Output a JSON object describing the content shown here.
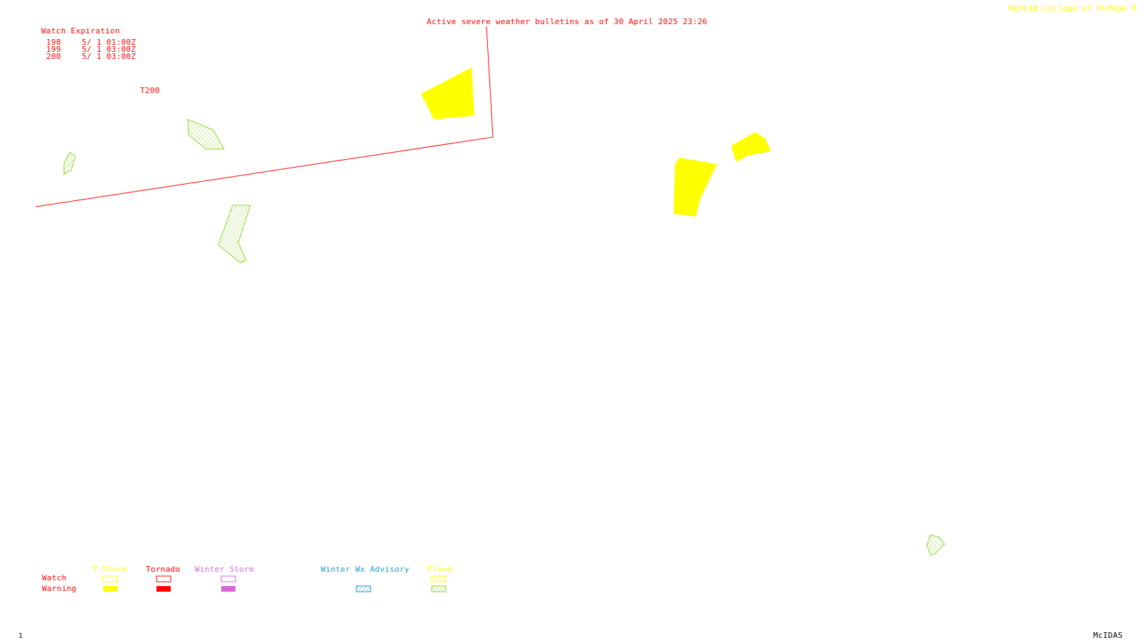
{
  "header": {
    "bulletin_title": "Active severe weather bulletins as of 30 April 2025 23:26",
    "credit": "NEXLAB-College of DuPage R"
  },
  "watch_expiration": {
    "title": "Watch Expiration",
    "rows": [
      {
        "number": "198",
        "expires": "5/ 1 01:00Z"
      },
      {
        "number": "199",
        "expires": "5/ 1 03:00Z"
      },
      {
        "number": "200",
        "expires": "5/ 1 03:00Z"
      }
    ]
  },
  "map_labels": {
    "watch_label": "T200"
  },
  "legend": {
    "row_watch": "Watch",
    "row_warning": "Warning",
    "categories": [
      {
        "label": "T-Storm",
        "color": "#ffff00"
      },
      {
        "label": "Tornado",
        "color": "#ff0000"
      },
      {
        "label": "Winter Storm",
        "color": "#d966d9"
      },
      {
        "label": "Winter Wx Advisory",
        "color": "#1a9ad6"
      },
      {
        "label": "Flood",
        "color": "#ffff00"
      }
    ]
  },
  "footer": {
    "frame_number": "1",
    "software": "McIDAS"
  },
  "colors": {
    "tstorm_warning": "#ffff00",
    "tornado_watch": "#ff0000",
    "flood_warning": "#8ad62a",
    "winter_storm": "#d966d9",
    "winter_wx_advisory": "#1a9ad6"
  }
}
